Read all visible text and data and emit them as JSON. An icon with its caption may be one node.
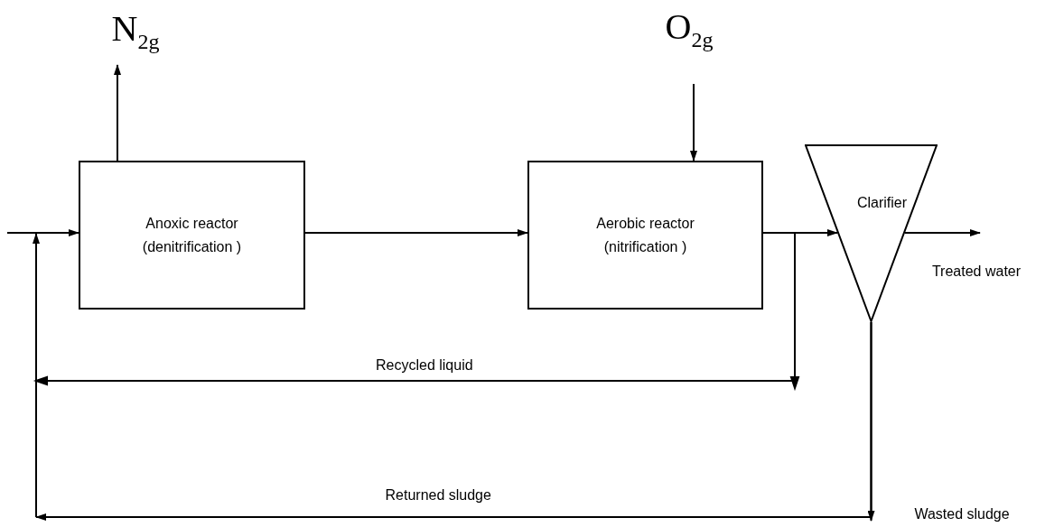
{
  "diagram": {
    "nodes": [
      {
        "text": [
          "N$_{2g}$"
        ]
      },
      {
        "text": [
          "O$_{2g}$"
        ]
      },
      {
        "text": [
          "Anoxic reactor (denitrification )"
        ]
      },
      {
        "text": [
          "Aerobic reactor (nitrification )"
        ]
      },
      {
        "text": [
          "Clarifier"
        ]
      },
      {
        "text": [
          "Treated water"
        ]
      },
      {
        "text": [
          "Wasted sludge"
        ]
      }
    ],
    "edges": [
      {
        "from": null,
        "to": 2,
        "arrow": "to"
      },
      {
        "from": 2,
        "to": 0,
        "arrow": "to"
      },
      {
        "from": 1,
        "to": 3,
        "arrow": "to"
      },
      {
        "from": 2,
        "to": 3,
        "arrow": "to"
      },
      {
        "from": 3,
        "to": 4,
        "arrow": "to"
      },
      {
        "from": 4,
        "to": 5,
        "arrow": "to"
      },
      {
        "from": 4,
        "to": 6,
        "arrow": "to"
      },
      {
        "from": 3,
        "to": null,
        "arrow": "to",
        "label": "Recycled liquid"
      },
      {
        "from": 4,
        "to": null,
        "arrow": "to",
        "label": "Returned sludge"
      }
    ]
  }
}
